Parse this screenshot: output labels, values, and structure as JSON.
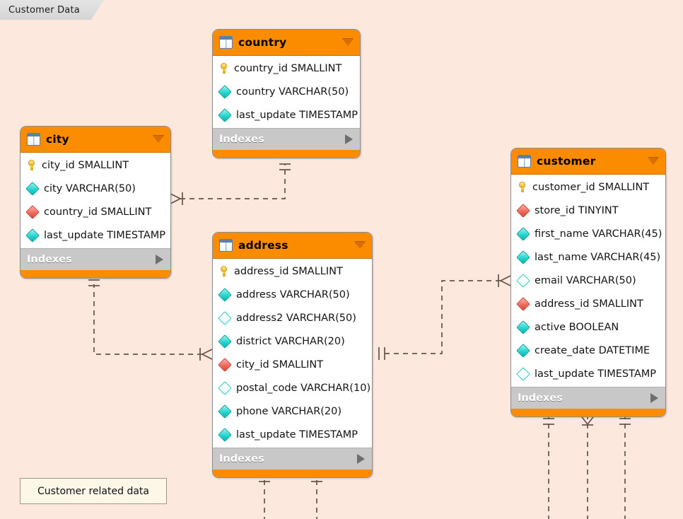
{
  "tab": {
    "label": "Customer Data"
  },
  "canvas": {
    "background": "#fde8de",
    "header_color": "#fb8c00",
    "index_bar_color": "#c8c8c8",
    "line_color": "#6b5048"
  },
  "labels": {
    "indexes": "Indexes"
  },
  "note": {
    "text": "Customer related data"
  },
  "tables": [
    {
      "name": "country",
      "columns": [
        {
          "text": "country_id SMALLINT",
          "glyph": "key-icon"
        },
        {
          "text": "country VARCHAR(50)",
          "glyph": "diamond-icon"
        },
        {
          "text": "last_update TIMESTAMP",
          "glyph": "diamond-icon"
        }
      ]
    },
    {
      "name": "city",
      "columns": [
        {
          "text": "city_id SMALLINT",
          "glyph": "key-icon"
        },
        {
          "text": "city VARCHAR(50)",
          "glyph": "diamond-icon"
        },
        {
          "text": "country_id SMALLINT",
          "glyph": "diamond-fk-icon"
        },
        {
          "text": "last_update TIMESTAMP",
          "glyph": "diamond-icon"
        }
      ]
    },
    {
      "name": "address",
      "columns": [
        {
          "text": "address_id SMALLINT",
          "glyph": "key-icon"
        },
        {
          "text": "address VARCHAR(50)",
          "glyph": "diamond-icon"
        },
        {
          "text": "address2 VARCHAR(50)",
          "glyph": "diamond-null-icon"
        },
        {
          "text": "district VARCHAR(20)",
          "glyph": "diamond-icon"
        },
        {
          "text": "city_id SMALLINT",
          "glyph": "diamond-fk-icon"
        },
        {
          "text": "postal_code VARCHAR(10)",
          "glyph": "diamond-null-icon"
        },
        {
          "text": "phone VARCHAR(20)",
          "glyph": "diamond-icon"
        },
        {
          "text": "last_update TIMESTAMP",
          "glyph": "diamond-icon"
        }
      ]
    },
    {
      "name": "customer",
      "columns": [
        {
          "text": "customer_id SMALLINT",
          "glyph": "key-icon"
        },
        {
          "text": "store_id TINYINT",
          "glyph": "diamond-fk-icon"
        },
        {
          "text": "first_name VARCHAR(45)",
          "glyph": "diamond-icon"
        },
        {
          "text": "last_name VARCHAR(45)",
          "glyph": "diamond-icon"
        },
        {
          "text": "email VARCHAR(50)",
          "glyph": "diamond-null-icon"
        },
        {
          "text": "address_id SMALLINT",
          "glyph": "diamond-fk-icon"
        },
        {
          "text": "active BOOLEAN",
          "glyph": "diamond-icon"
        },
        {
          "text": "create_date DATETIME",
          "glyph": "diamond-icon"
        },
        {
          "text": "last_update TIMESTAMP",
          "glyph": "diamond-null-icon"
        }
      ]
    }
  ],
  "relationships": [
    {
      "from": "city",
      "to": "country",
      "from_end": "many",
      "to_end": "one"
    },
    {
      "from": "address",
      "to": "city",
      "from_end": "many",
      "to_end": "one"
    },
    {
      "from": "customer",
      "to": "address",
      "from_end": "many",
      "to_end": "one"
    },
    {
      "from": "customer",
      "to": "offscreen-left",
      "from_end": "one"
    },
    {
      "from": "customer",
      "to": "offscreen-center",
      "from_end": "many"
    },
    {
      "from": "customer",
      "to": "offscreen-right",
      "from_end": "one"
    },
    {
      "from": "address",
      "to": "offscreen-a",
      "from_end": "one"
    },
    {
      "from": "address",
      "to": "offscreen-b",
      "from_end": "one"
    }
  ]
}
